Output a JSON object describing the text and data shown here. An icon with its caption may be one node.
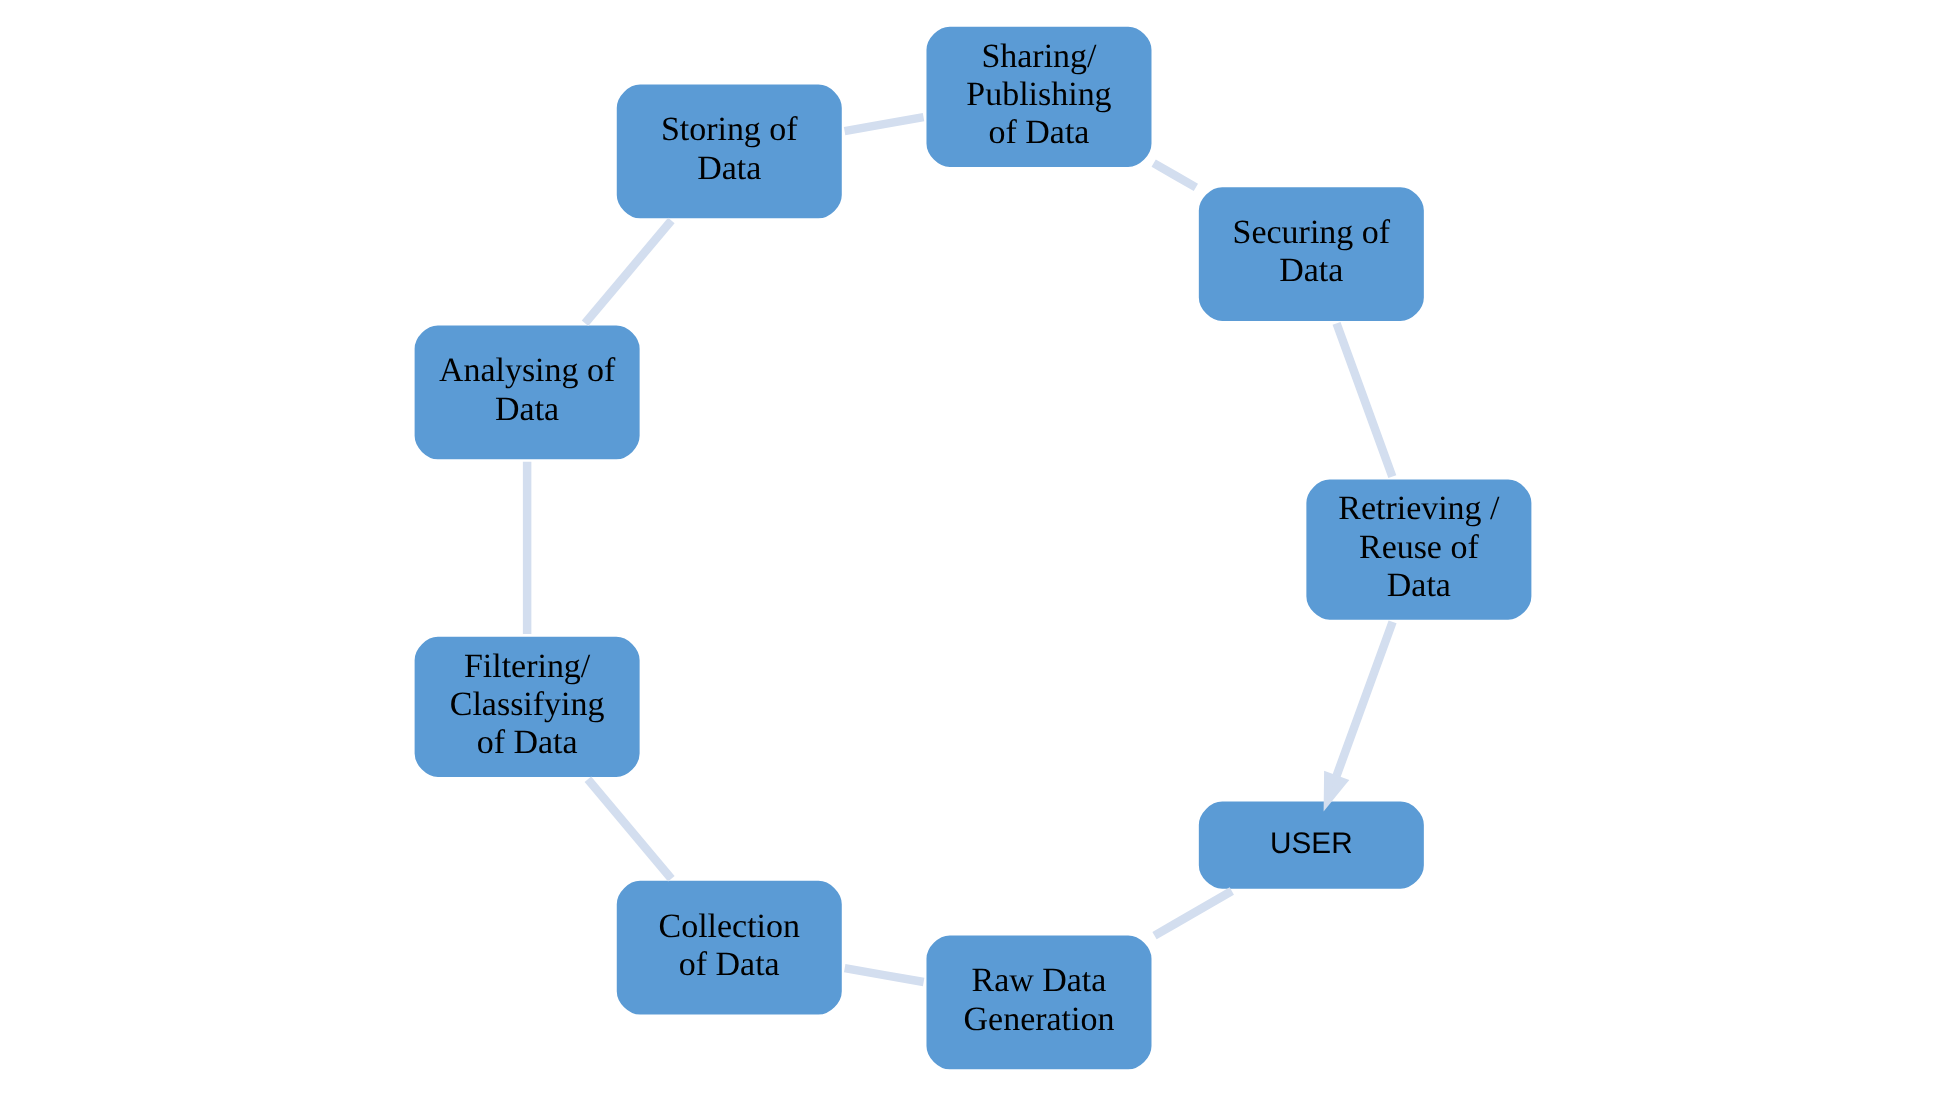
{
  "diagram": {
    "nodes": [
      {
        "text": [
          "USER"
        ]
      },
      {
        "text": [
          "Raw Data Generation"
        ]
      },
      {
        "text": [
          "Collection of Data"
        ]
      },
      {
        "text": [
          "Filtering/ Classifying of Data"
        ]
      },
      {
        "text": [
          "Analysing of Data"
        ]
      },
      {
        "text": [
          "Storing of Data"
        ]
      },
      {
        "text": [
          "Sharing/ Publishing of Data"
        ]
      },
      {
        "text": [
          "Securing of Data"
        ]
      },
      {
        "text": [
          "Retrieving / Reuse of Data"
        ]
      }
    ],
    "edges": [
      {
        "from": 0,
        "to": 1,
        "arrow": "none"
      },
      {
        "from": 1,
        "to": 2,
        "arrow": "none"
      },
      {
        "from": 2,
        "to": 3,
        "arrow": "none"
      },
      {
        "from": 3,
        "to": 4,
        "arrow": "none"
      },
      {
        "from": 4,
        "to": 5,
        "arrow": "none"
      },
      {
        "from": 5,
        "to": 6,
        "arrow": "none"
      },
      {
        "from": 6,
        "to": 7,
        "arrow": "none"
      },
      {
        "from": 7,
        "to": 8,
        "arrow": "none"
      },
      {
        "from": 8,
        "to": 0,
        "arrow": "to"
      }
    ]
  }
}
